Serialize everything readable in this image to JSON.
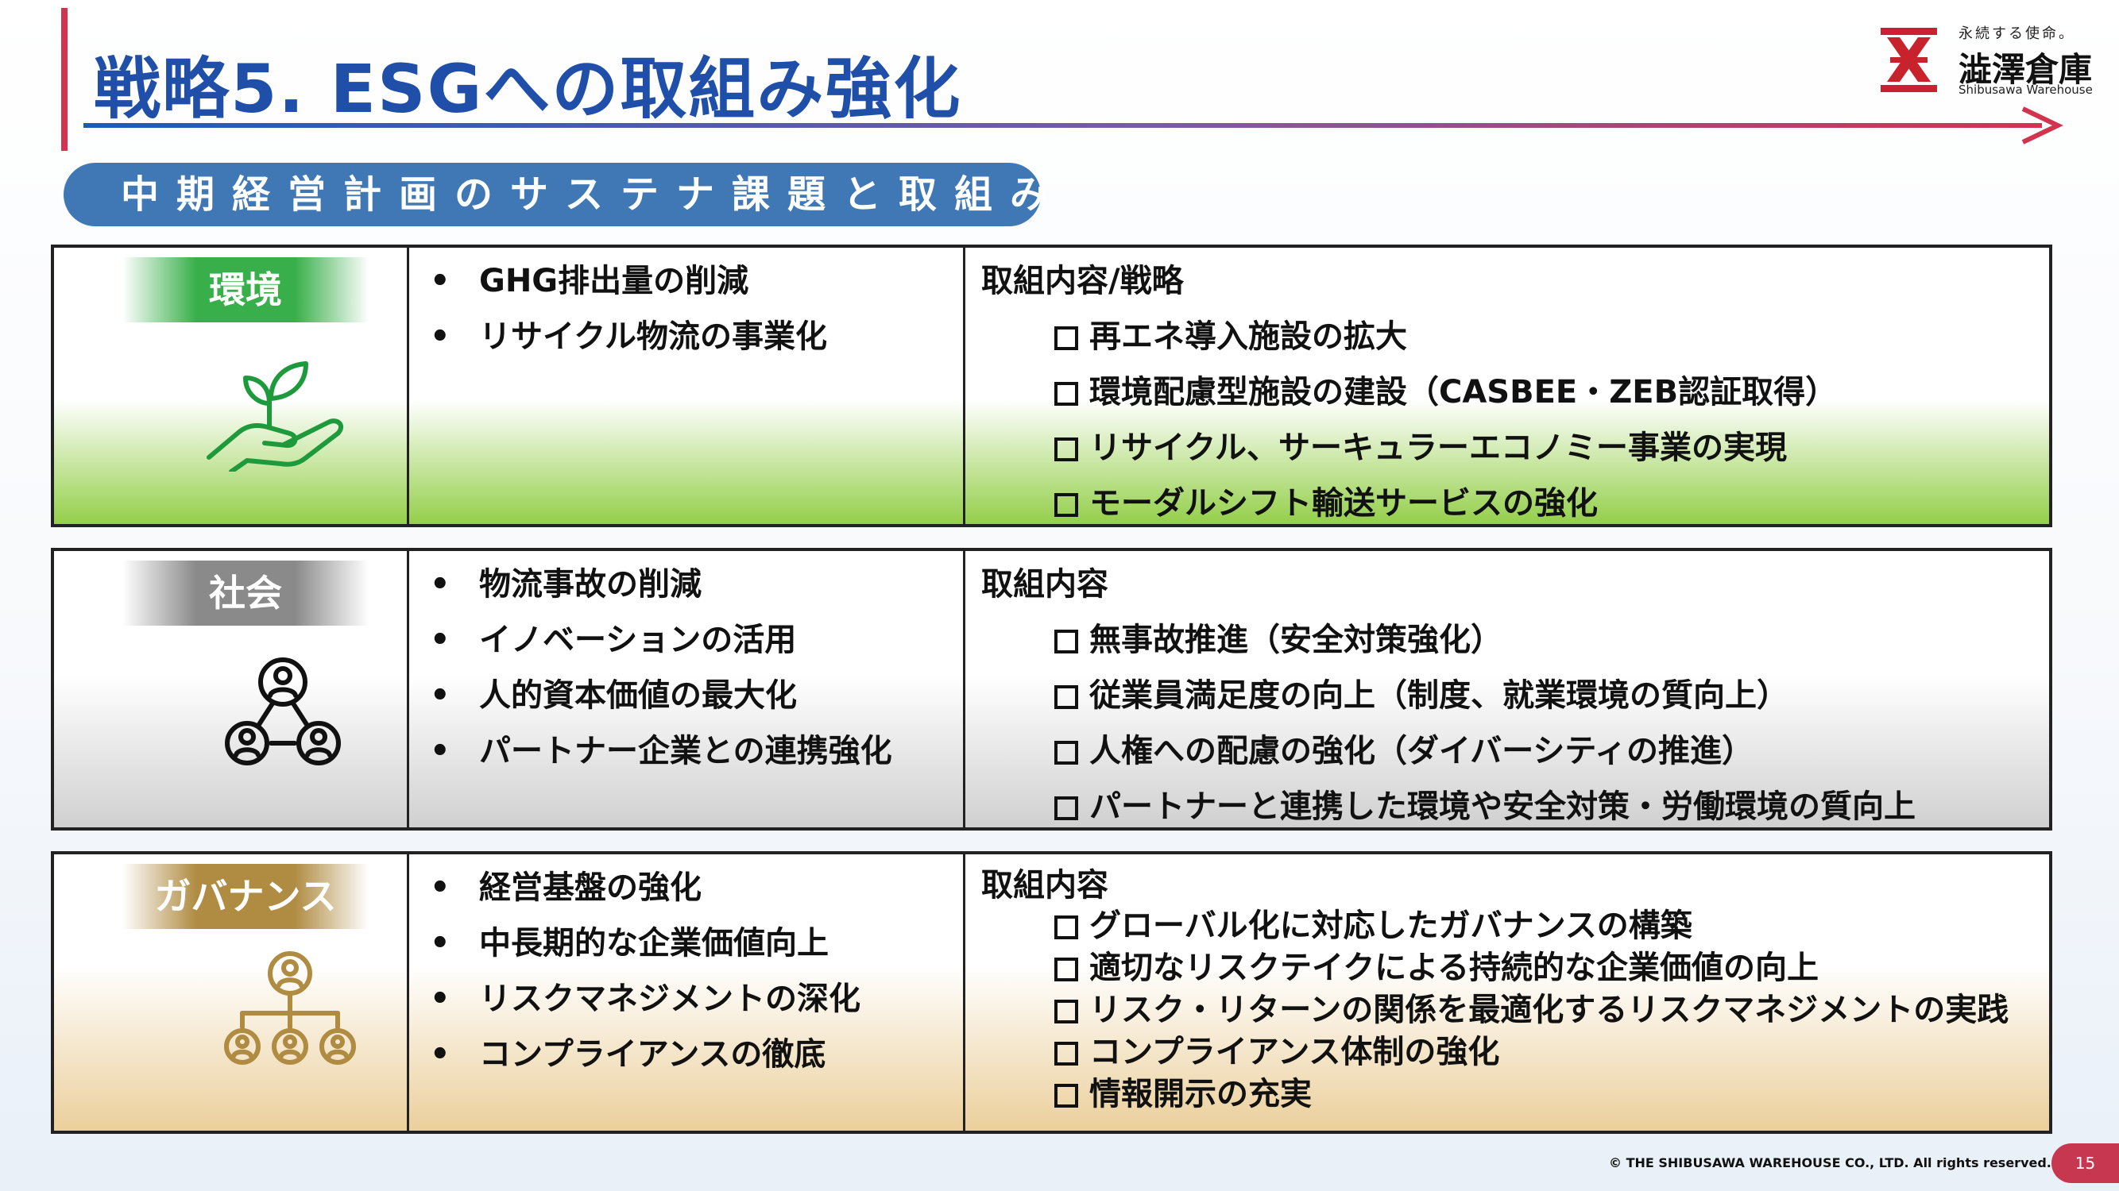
{
  "title": "戦略5. ESGへの取組み強化",
  "logo": {
    "tagline": "永続する使命。",
    "name": "澁澤倉庫",
    "english": "Shibusawa Warehouse"
  },
  "section_title": "中期経営計画のサステナ課題と取組み",
  "rows": [
    {
      "category": "環境",
      "icon": "hand-sprout-icon",
      "color": "#38af4a",
      "issues": [
        "GHG排出量の削減",
        "リサイクル物流の事業化"
      ],
      "actions_heading": "取組内容/戦略",
      "actions": [
        "再エネ導入施設の拡大",
        "環境配慮型施設の建設（CASBEE・ZEB認証取得）",
        "リサイクル、サーキュラーエコノミー事業の実現",
        "モーダルシフト輸送サービスの強化"
      ]
    },
    {
      "category": "社会",
      "icon": "people-network-icon",
      "color": "#8a8a8a",
      "issues": [
        "物流事故の削減",
        "イノベーションの活用",
        "人的資本価値の最大化",
        "パートナー企業との連携強化"
      ],
      "actions_heading": "取組内容",
      "actions": [
        "無事故推進（安全対策強化）",
        "従業員満足度の向上（制度、就業環境の質向上）",
        "人権への配慮の強化（ダイバーシティの推進）",
        "パートナーと連携した環境や安全対策・労働環境の質向上"
      ]
    },
    {
      "category": "ガバナンス",
      "icon": "org-chart-icon",
      "color": "#b08c42",
      "issues": [
        "経営基盤の強化",
        "中長期的な企業価値向上",
        "リスクマネジメントの深化",
        "コンプライアンスの徹底"
      ],
      "actions_heading": "取組内容",
      "actions": [
        "グローバル化に対応したガバナンスの構築",
        "適切なリスクテイクによる持続的な企業価値の向上",
        "リスク・リターンの関係を最適化するリスクマネジメントの実践",
        "コンプライアンス体制の強化",
        "情報開示の充実"
      ]
    }
  ],
  "footer": "© THE SHIBUSAWA WAREHOUSE CO., LTD. All rights reserved.",
  "page_number": "15"
}
